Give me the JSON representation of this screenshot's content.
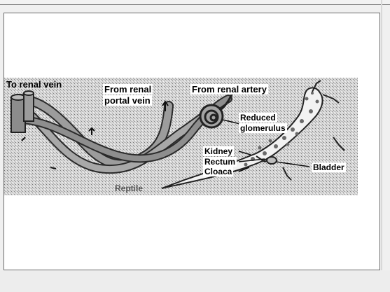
{
  "figure": {
    "labels": {
      "to_renal_vein": "To renal vein",
      "from_renal_portal_vein_1": "From renal",
      "from_renal_portal_vein_2": "portal vein",
      "from_renal_artery": "From renal artery",
      "reduced_glomerulus_1": "Reduced",
      "reduced_glomerulus_2": "glomerulus",
      "kidney": "Kidney",
      "rectum": "Rectum",
      "cloaca": "Cloaca",
      "bladder": "Bladder",
      "caption": "Reptile"
    },
    "colors": {
      "stipple_background": "#cfcfcf",
      "vessel_fill": "#9c9c9c",
      "vessel_outline": "#2a2a2a",
      "lizard_fill": "#f4f4f4"
    }
  }
}
